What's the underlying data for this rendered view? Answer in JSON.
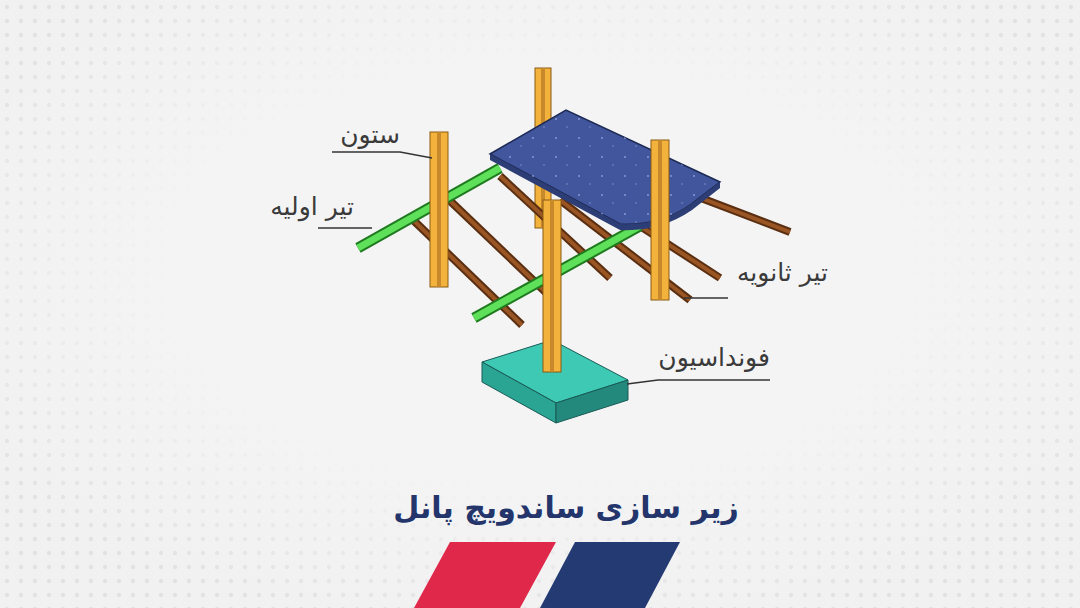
{
  "diagram": {
    "title": "زیر سازی ساندویچ پانل",
    "labels": [
      "ستون",
      "تیر اولیه",
      "تیر ثانویه",
      "فونداسیون"
    ]
  }
}
